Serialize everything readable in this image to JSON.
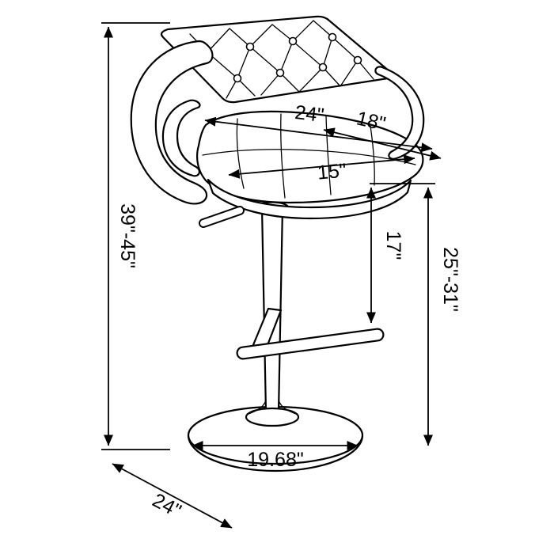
{
  "diagram": {
    "kind": "furniture-dimension-line-drawing",
    "subject": "adjustable swivel barstool with tufted back, curved arms and round base",
    "colors": {
      "line": "#000000",
      "background": "#ffffff",
      "text": "#000000"
    },
    "labels": {
      "back_width": "24\"",
      "seat_depth": "18\"",
      "seat_width": "15\"",
      "seat_to_footrest": "17\"",
      "seat_height_range": "25\"-31\"",
      "overall_height_range": "39\"-45\"",
      "base_diameter": "19.68\"",
      "overall_depth": "24\""
    }
  }
}
